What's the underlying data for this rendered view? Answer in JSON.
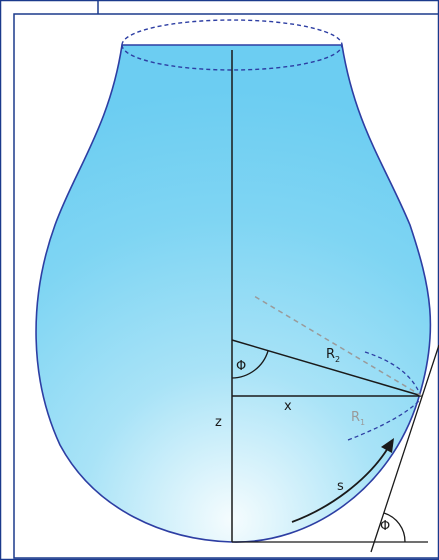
{
  "labels": {
    "phi_center": "Φ",
    "r2": "R",
    "r2_sub": "2",
    "x": "x",
    "r1": "R",
    "r1_sub": "1",
    "z": "z",
    "s": "s",
    "phi_tangent": "Φ"
  },
  "colors": {
    "frame": "#1b3a8c",
    "drop_outline": "#2d3ea3",
    "drop_fill_top": "#6fd2f5",
    "drop_fill_bottom": "#eef9fd",
    "lines": "#1a1a1a",
    "r1_dashed": "#9a9a9a"
  }
}
